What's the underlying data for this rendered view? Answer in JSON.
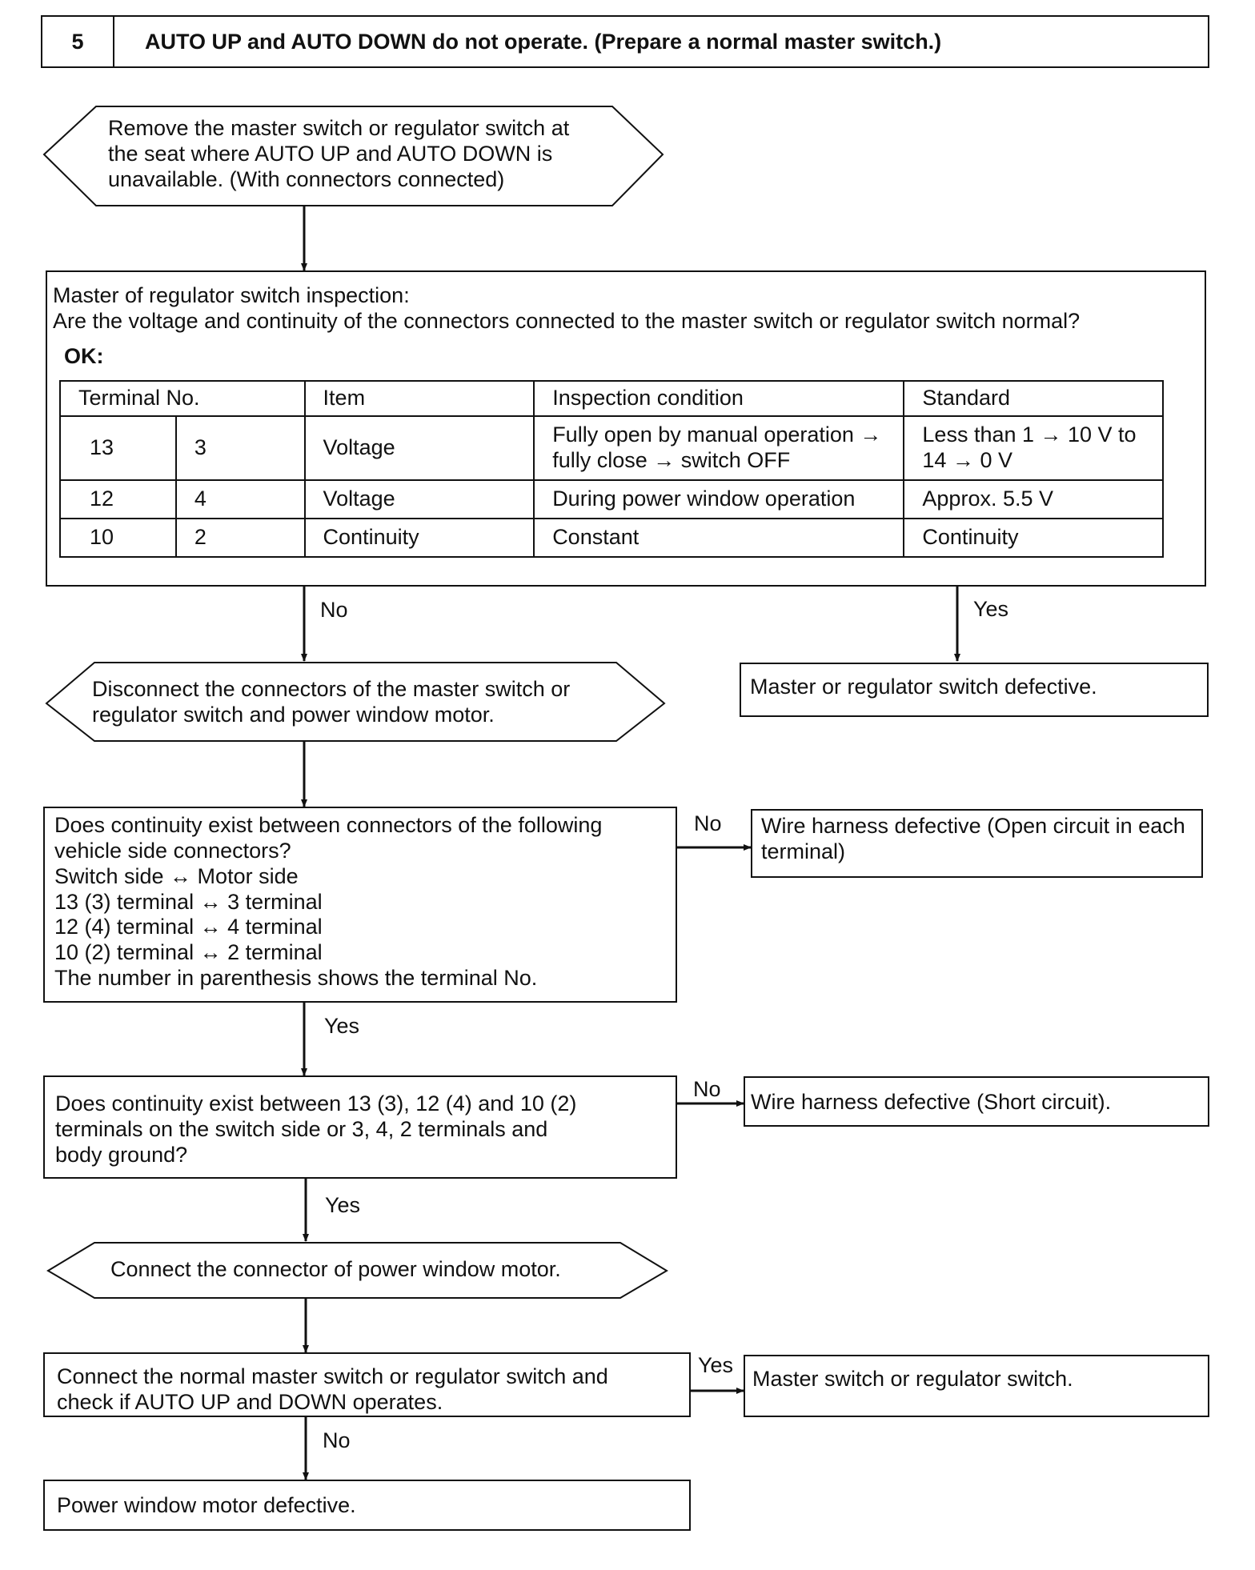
{
  "header": {
    "number": "5",
    "title": "AUTO UP and AUTO DOWN do not operate. (Prepare a normal master switch.)"
  },
  "step1": {
    "text": "Remove the master switch or regulator switch at\nthe seat where AUTO UP and AUTO DOWN is\nunavailable. (With connectors connected)"
  },
  "inspection": {
    "title": "Master of regulator switch inspection:",
    "question": "Are the voltage and continuity of the connectors connected to the master switch or regulator switch normal?",
    "ok_label": "OK:",
    "table": {
      "headers": [
        "Terminal No.",
        "Item",
        "Inspection condition",
        "Standard"
      ],
      "rows": [
        {
          "t1": "13",
          "t2": "3",
          "item": "Voltage",
          "condition": "Fully open by manual operation →\nfully close → switch OFF",
          "standard": "Less than 1 → 10 V to\n14 → 0 V"
        },
        {
          "t1": "12",
          "t2": "4",
          "item": "Voltage",
          "condition": "During power window operation",
          "standard": "Approx. 5.5 V"
        },
        {
          "t1": "10",
          "t2": "2",
          "item": "Continuity",
          "condition": "Constant",
          "standard": "Continuity"
        }
      ]
    }
  },
  "branch1": {
    "no_label": "No",
    "yes_label": "Yes"
  },
  "result_switch_defective": "Master or regulator switch defective.",
  "step2": {
    "text": "Disconnect the connectors of the master switch or\nregulator switch and power window motor."
  },
  "question2": {
    "text": "Does continuity exist between connectors of the following\nvehicle side connectors?\nSwitch side ↔ Motor side\n13 (3) terminal ↔ 3 terminal\n12 (4) terminal ↔ 4 terminal\n10 (2) terminal ↔ 2 terminal\nThe number in parenthesis shows the terminal No.",
    "no_label": "No",
    "yes_label": "Yes"
  },
  "result_open_circuit": "Wire harness defective (Open circuit in each\nterminal)",
  "question3": {
    "text": "Does continuity exist between 13 (3), 12 (4) and 10 (2)\nterminals on the switch side or 3, 4, 2 terminals and\nbody ground?",
    "no_label": "No",
    "yes_label": "Yes"
  },
  "result_short_circuit": "Wire harness defective (Short circuit).",
  "step3": {
    "text": "Connect the connector of power window motor."
  },
  "question4": {
    "text": "Connect the normal master switch or regulator switch and\ncheck if AUTO UP and DOWN operates.",
    "yes_label": "Yes",
    "no_label": "No"
  },
  "result_master_switch": "Master switch or regulator switch.",
  "result_motor_defective": "Power window motor defective."
}
